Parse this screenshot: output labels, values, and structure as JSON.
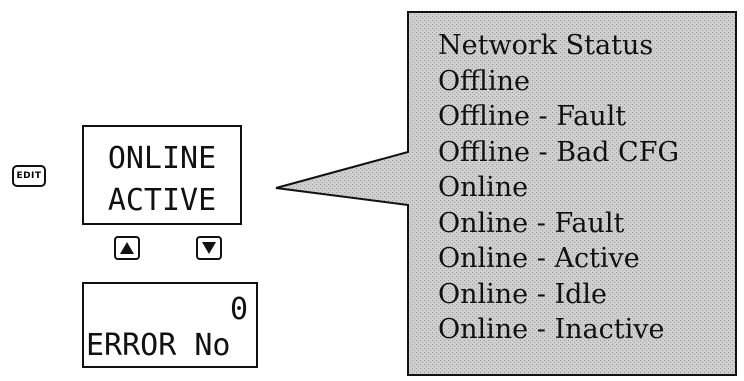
{
  "edit_key": {
    "label": "EDIT"
  },
  "display_top": {
    "line1": "ONLINE",
    "line2": "ACTIVE"
  },
  "keys": {
    "up": "up-arrow",
    "down": "down-arrow"
  },
  "display_bottom": {
    "line1": "0",
    "line2": "ERROR No"
  },
  "status_panel": {
    "fill": "#c8c8c8",
    "items": [
      "Network Status",
      "Offline",
      "Offline - Fault",
      "Offline - Bad CFG",
      "Online",
      "Online - Fault",
      "Online - Active",
      "Online - Idle",
      "Online - Inactive"
    ]
  }
}
